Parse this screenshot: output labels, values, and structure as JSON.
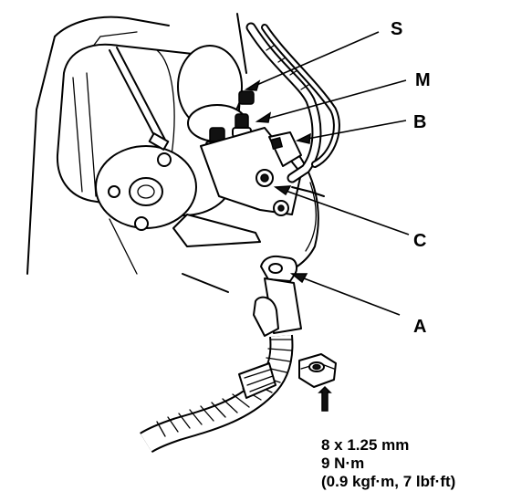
{
  "callouts": {
    "S": "S",
    "M": "M",
    "B": "B",
    "C": "C",
    "A": "A"
  },
  "spec": {
    "line1": "8 x 1.25 mm",
    "line2": "9 N·m",
    "line3": "(0.9 kgf·m, 7 lbf·ft)"
  }
}
